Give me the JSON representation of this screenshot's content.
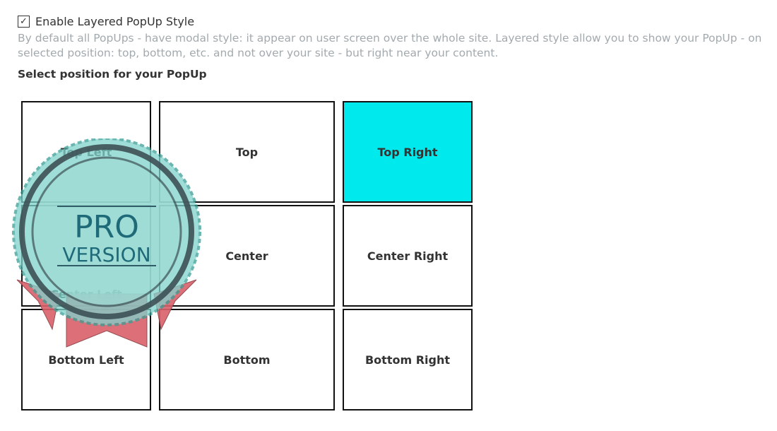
{
  "checkbox": {
    "label": "Enable Layered PopUp Style",
    "checked": true
  },
  "description": "By default all PopUps - have modal style: it appear on user screen over the whole site. Layered style allow you to show your PopUp - on selected position: top, bottom, etc. and not over your site - but right near your content.",
  "select_label": "Select position for your PopUp",
  "positions": [
    {
      "label": "Top Left"
    },
    {
      "label": "Top"
    },
    {
      "label": "Top Right",
      "selected": true
    },
    {
      "label": "Center Left"
    },
    {
      "label": "Center"
    },
    {
      "label": "Center Right"
    },
    {
      "label": "Bottom Left"
    },
    {
      "label": "Bottom"
    },
    {
      "label": "Bottom Right"
    }
  ],
  "badge": {
    "line1": "PRO",
    "line2": "VERSION"
  },
  "colors": {
    "selected": "#00eaee",
    "badge_teal": "#7fd4cc",
    "ribbon": "#d9606a"
  }
}
